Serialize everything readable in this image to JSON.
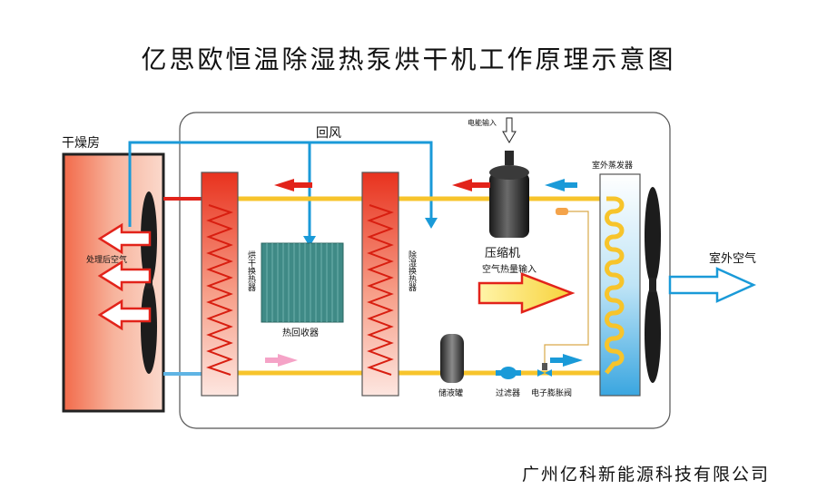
{
  "title": "亿思欧恒温除湿热泵烘干机工作原理示意图",
  "footer": "广州亿科新能源科技有限公司",
  "labels": {
    "drying_room": "干燥房",
    "return_air": "回风",
    "power_input": "电能输入",
    "treated_air": "处理后空气",
    "dry_hx": "烘干换热器",
    "dehum_hx": "除湿换热器",
    "heat_recovery": "热回收器",
    "compressor": "压缩机",
    "air_heat_input": "空气热量输入",
    "outdoor_evaporator": "室外蒸发器",
    "outdoor_air": "室外空气",
    "receiver": "储液罐",
    "filter": "过滤器",
    "expansion_valve": "电子膨胀阀"
  },
  "colors": {
    "refrigerant_pipe": "#f7c42b",
    "air_duct": "#1a9ad8",
    "hot_arrow": "#e2231a",
    "cold_arrow": "#1a9ad8",
    "pink_arrow": "#f5a3c7"
  }
}
